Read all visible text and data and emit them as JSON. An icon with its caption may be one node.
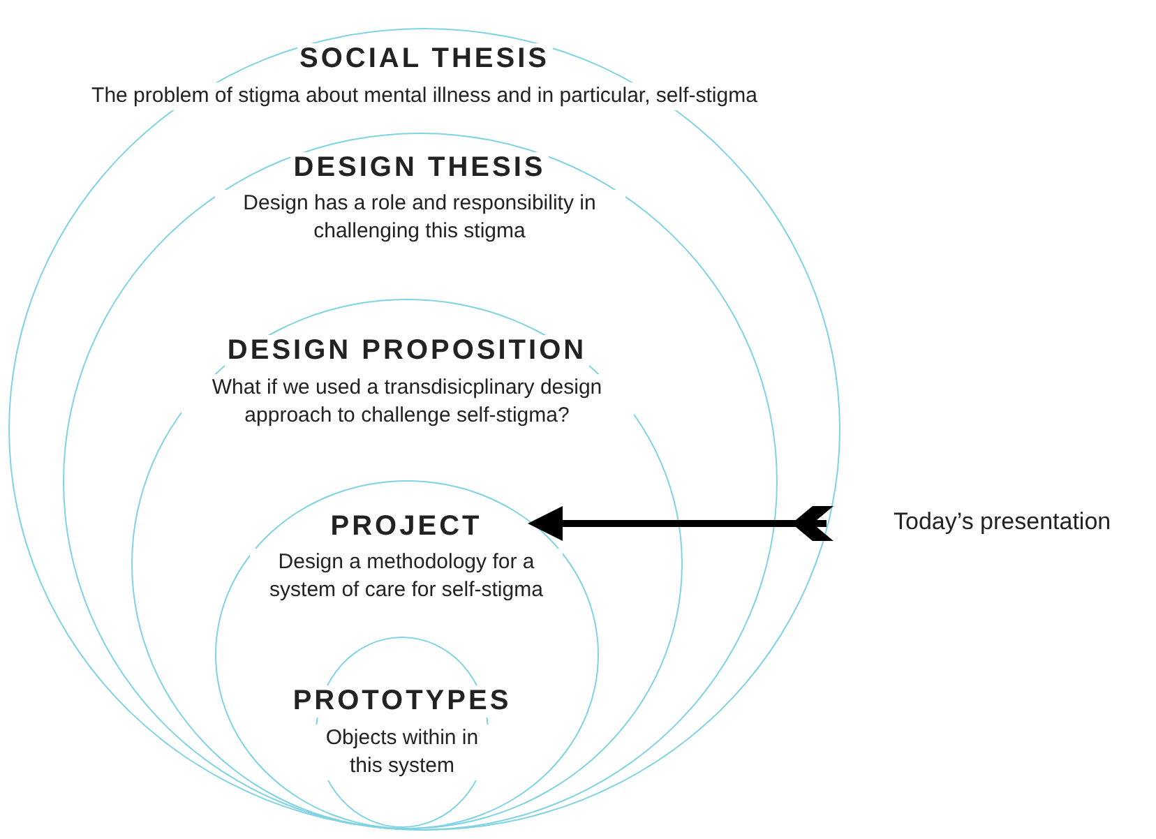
{
  "diagram": {
    "nodes": [
      {
        "text": [
          "SOCIAL THESIS",
          "The problem of stigma about mental illness and in particular, self-stigma"
        ]
      },
      {
        "text": [
          "DESIGN THESIS",
          "Design has a role and responsibility in challenging this stigma"
        ],
        "in": 0
      },
      {
        "text": [
          "DESIGN PROPOSITION",
          "What if we used a transdisicplinary design approach to challenge self-stigma?"
        ],
        "in": 1
      },
      {
        "text": [
          "PROJECT",
          "Design a methodology for a system of care for self-stigma"
        ],
        "in": 2
      },
      {
        "text": [
          "PROTOTYPES",
          "Objects within in this system"
        ],
        "in": 3
      },
      {
        "text": [
          "Today’s presentation"
        ]
      }
    ],
    "edges": [
      {
        "from": 5,
        "to": 3,
        "arrow": "to"
      }
    ]
  }
}
